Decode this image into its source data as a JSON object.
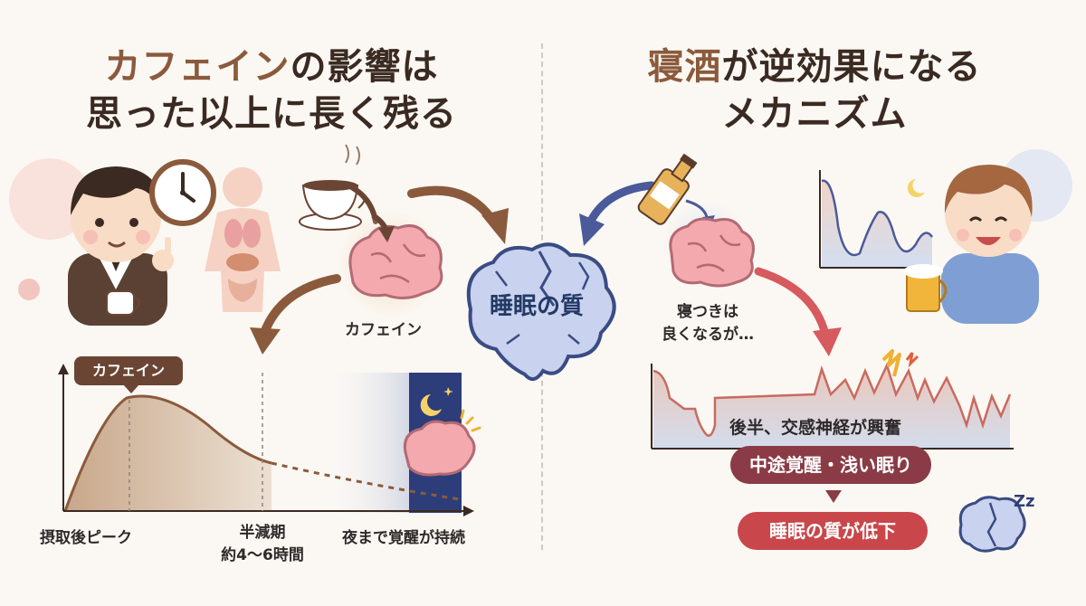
{
  "left": {
    "title_line1_accent": "カフェイン",
    "title_line1_rest": "の影響は",
    "title_line2": "思った以上に長く残る",
    "brain_label": "カフェイン",
    "chart": {
      "peak_tag": "カフェイン",
      "label_peak": "摂取後ピーク",
      "label_half_1": "半減期",
      "label_half_2": "約4〜6時間",
      "label_night": "夜まで覚醒が持続"
    }
  },
  "center": {
    "brain_label": "睡眠の質"
  },
  "right": {
    "title_line1_accent": "寝酒",
    "title_line1_rest": "が逆効果になる",
    "title_line2": "メカニズム",
    "sleep_onset_1": "寝つきは",
    "sleep_onset_2": "良くなるが…",
    "sympathetic": "後半、交感神経が興奮",
    "pill_wake": "中途覚醒・浅い眠り",
    "pill_quality": "睡眠の質が低下"
  },
  "colors": {
    "brown_accent": "#8b5a3c",
    "dark_text": "#3a2a22",
    "navy_night": "#2c3d7a",
    "wine": "#8a3b45",
    "red": "#c9474a"
  }
}
